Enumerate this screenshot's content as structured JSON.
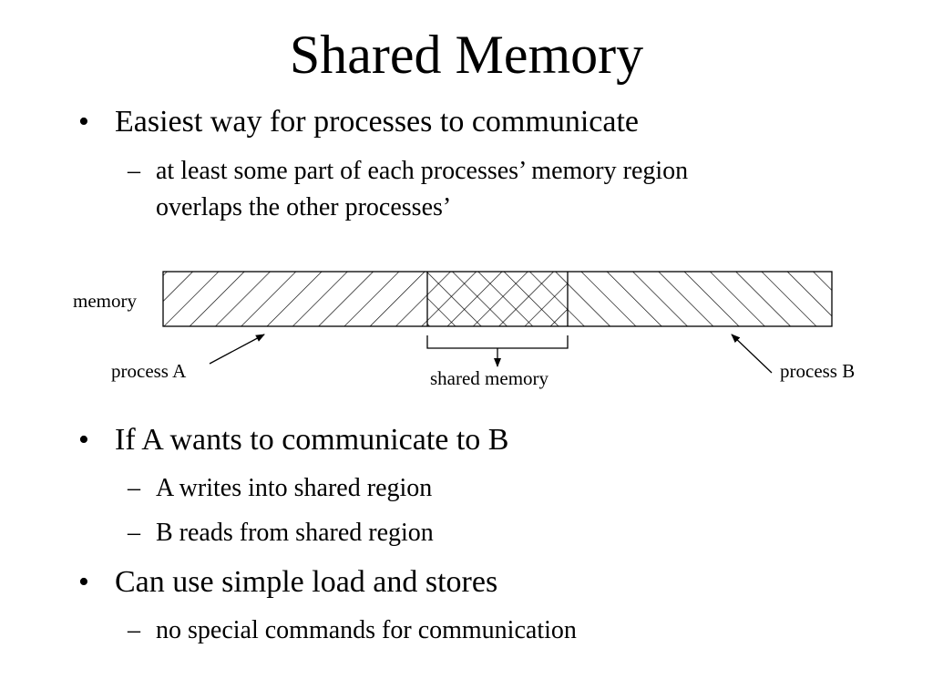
{
  "slide": {
    "title": "Shared Memory"
  },
  "bullets": [
    {
      "text": "Easiest way for processes to communicate",
      "subs": [
        "at least some part of each processes’ memory region",
        "overlaps the other processes’"
      ]
    },
    {
      "text": "If A wants to communicate to B",
      "subs": [
        "A writes into shared region",
        "B reads from shared region"
      ]
    },
    {
      "text": "Can use simple load and stores",
      "subs": [
        "no special commands for communication"
      ]
    }
  ],
  "bullet_mark": "•",
  "sub_mark": "–",
  "diagram": {
    "memory_label": "memory",
    "process_a_label": "process A",
    "process_b_label": "process B",
    "shared_label": "shared memory"
  }
}
